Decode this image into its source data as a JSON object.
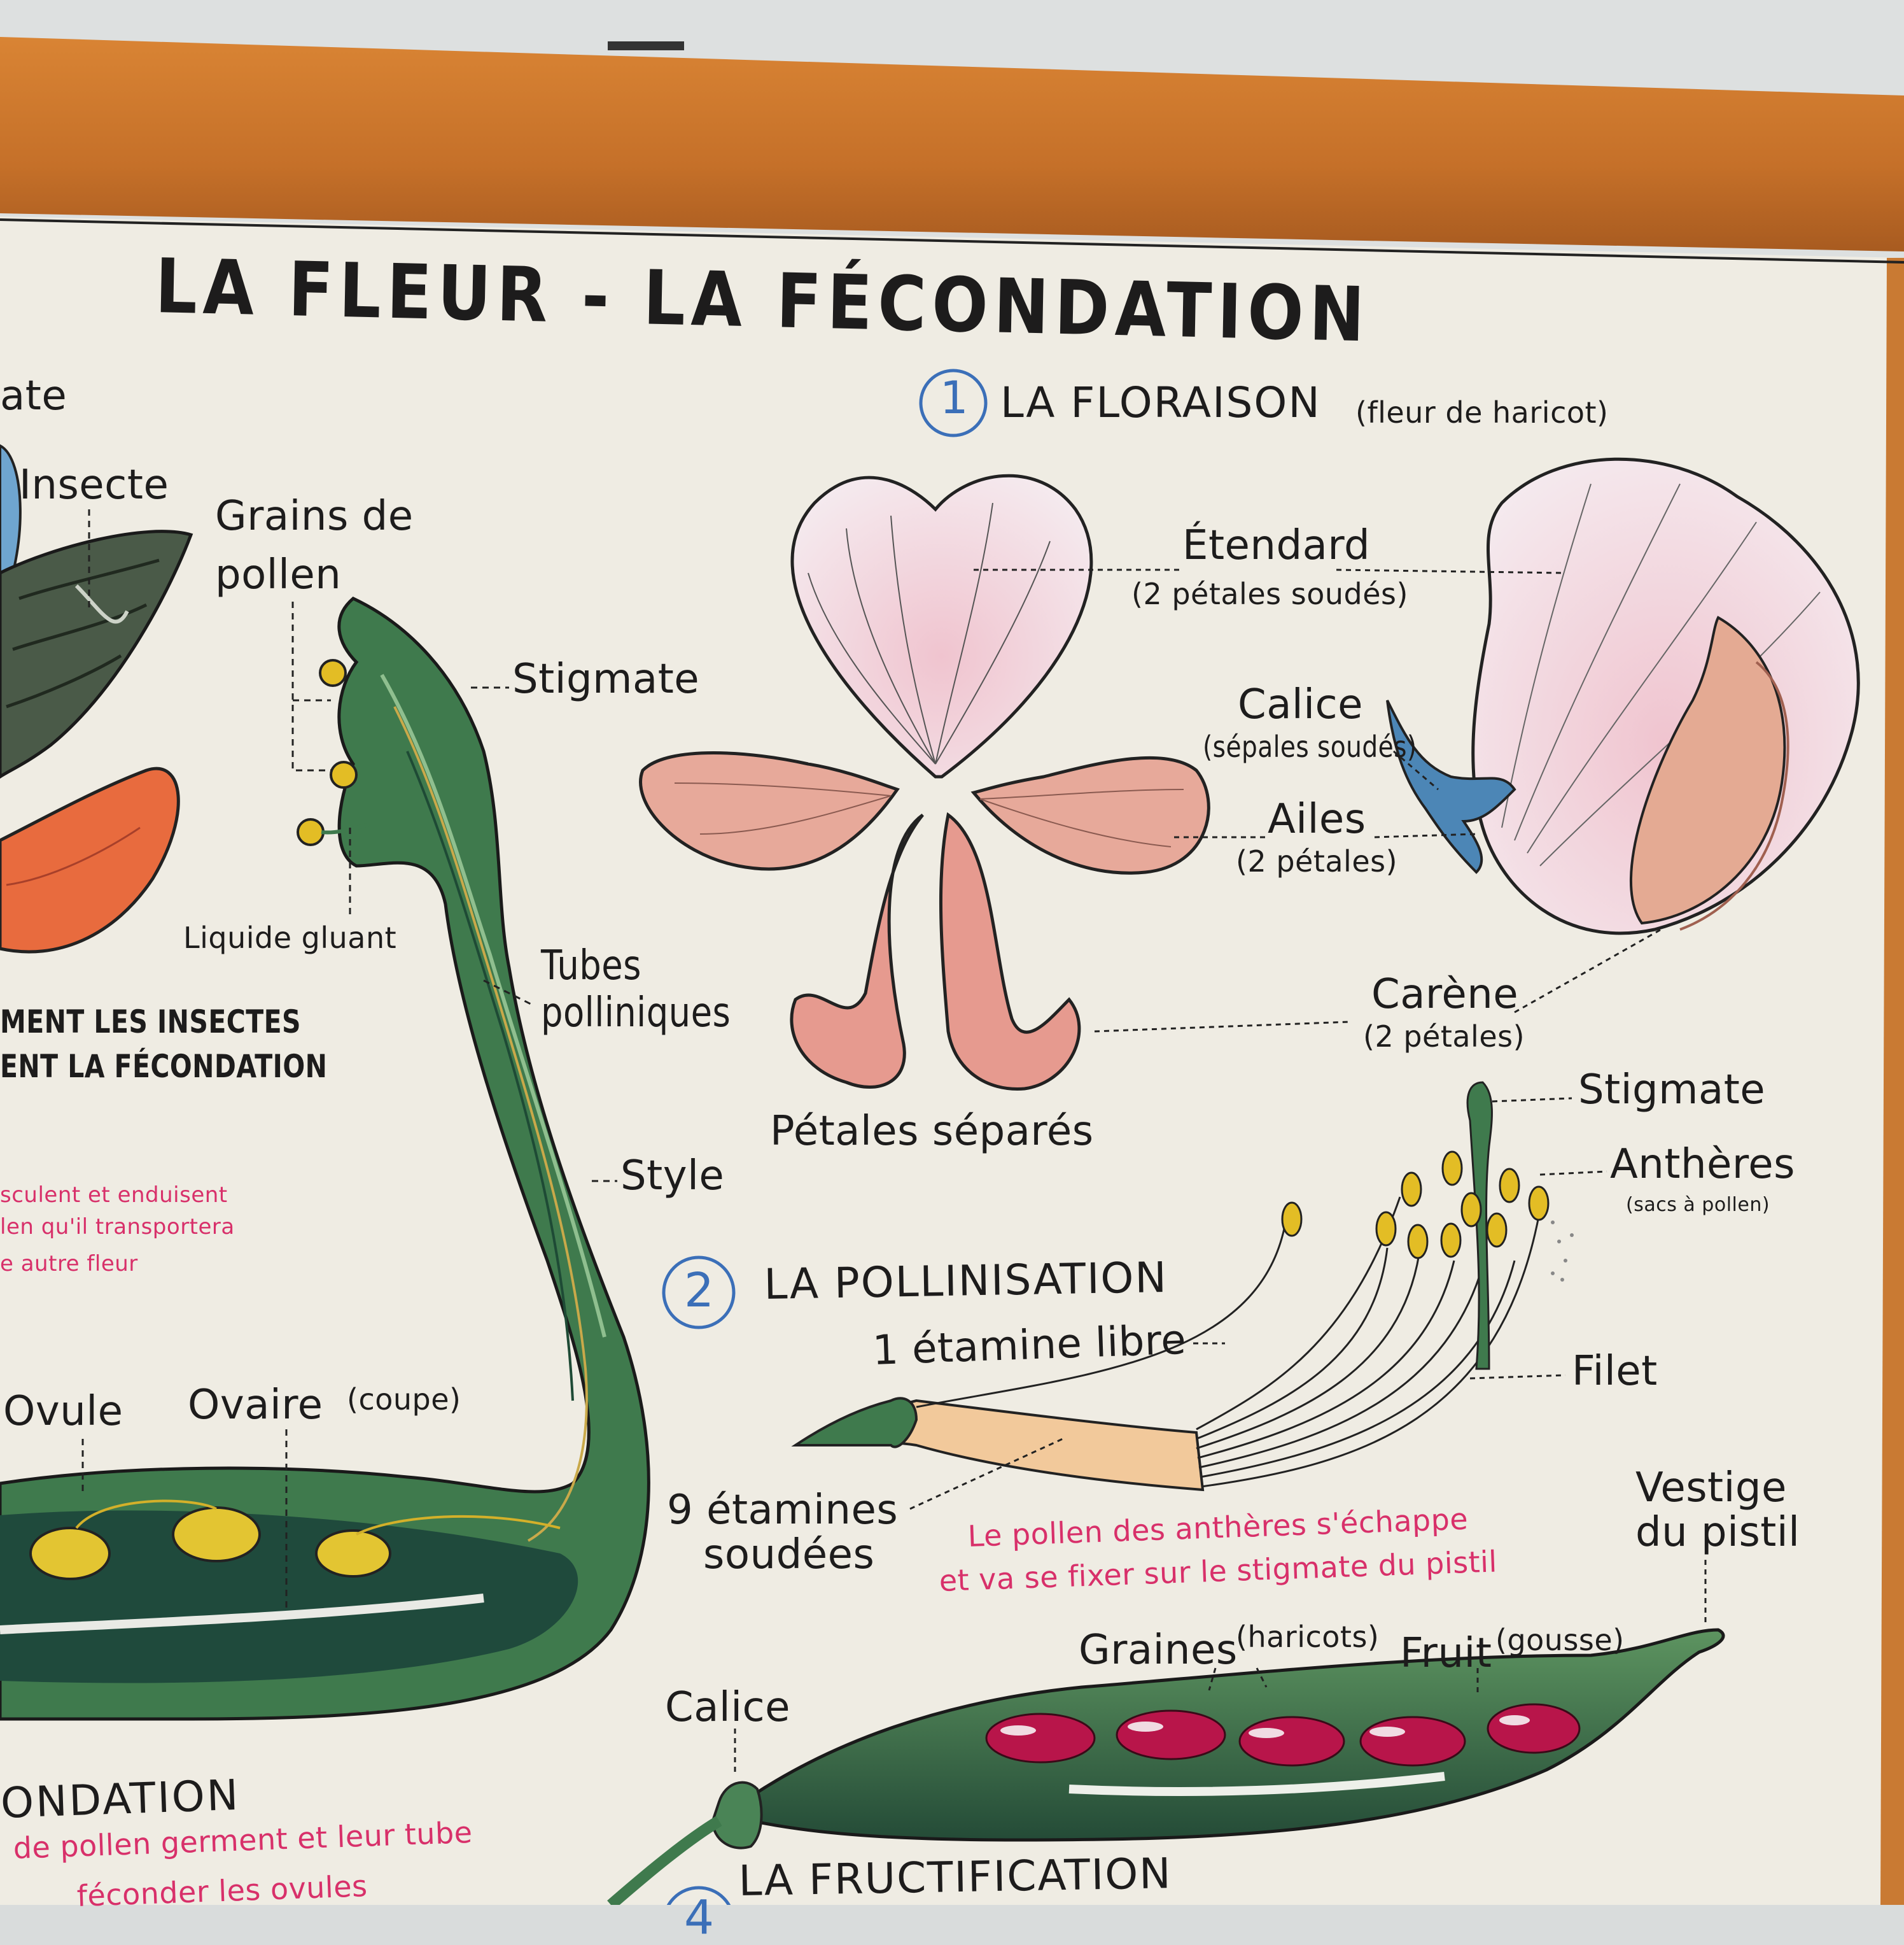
{
  "title": "LA FLEUR - LA FÉCONDATION",
  "left_column": {
    "partial_heading": "ate",
    "insect_label": "Insecte",
    "pollen_grains_label": "Grains de pollen",
    "stigma_label": "Stigmate",
    "sticky_liquid_label": "Liquide gluant",
    "pollen_tubes_label": "Tubes polliniques",
    "style_label": "Style",
    "insects_line_1": "MENT LES INSECTES",
    "insects_line_2": "ENT LA FÉCONDATION",
    "red_note_1": "sculent et enduisent",
    "red_note_2": "len qu'il transportera",
    "red_note_3": "e autre fleur",
    "ovule_label": "Ovule",
    "ovary_label": "Ovaire",
    "ovary_note": "(coupe)",
    "fecondation_partial": "ONDATION",
    "bottom_red_1": "de pollen germent et leur tube",
    "bottom_red_2": "féconder les ovules"
  },
  "section1": {
    "number": "1",
    "title": "LA FLORAISON",
    "subtitle": "(fleur de haricot)",
    "etendard": "Étendard",
    "etendard_note": "(2 pétales soudés)",
    "calice": "Calice",
    "calice_note": "(sépales soudés)",
    "ailes": "Ailes",
    "ailes_note": "(2 pétales)",
    "carene": "Carène",
    "carene_note": "(2 pétales)",
    "petales_separes": "Pétales séparés"
  },
  "section2": {
    "number": "2",
    "title": "LA POLLINISATION",
    "stigmate": "Stigmate",
    "antheres": "Anthères",
    "antheres_note": "(sacs à pollen)",
    "etamine_libre": "1 étamine libre",
    "filet": "Filet",
    "etamines_soudees_1": "9 étamines",
    "etamines_soudees_2": "soudées",
    "red_caption_1": "Le pollen des anthères s'échappe",
    "red_caption_2": "et va se fixer sur le stigmate du pistil"
  },
  "section3": {
    "vestige_1": "Vestige",
    "vestige_2": "du pistil",
    "graines": "Graines",
    "graines_note": "(haricots)",
    "fruit": "Fruit",
    "fruit_note": "(gousse)",
    "calice": "Calice",
    "number": "4",
    "title": "LA FRUCTIFICATION"
  },
  "colors": {
    "wall": "#d9dcdc",
    "wood_rail": "#c9792f",
    "poster": "#efece4",
    "stem_green": "#3f7a4d",
    "dark_green": "#1f4e3d",
    "petal_pink": "#e7b9c8",
    "petal_salmon": "#e7a38e",
    "calyx_blue": "#4c86b6",
    "pollen_yellow": "#e3bd25",
    "bean_red": "#b8154a",
    "caption_red": "#d8306a",
    "number_blue": "#3b6fb8"
  }
}
